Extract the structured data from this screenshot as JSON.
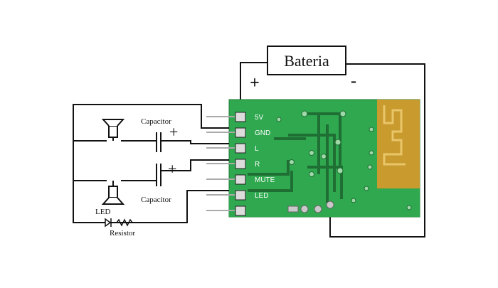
{
  "battery": {
    "label": "Bateria",
    "plus": "+",
    "minus": "-"
  },
  "capacitors": {
    "top": "Capacitor",
    "bottom": "Capacitor",
    "plus_top": "+",
    "plus_bottom": "+"
  },
  "led": {
    "label": "LED"
  },
  "resistor": {
    "label": "Resistor"
  },
  "module": {
    "pins": [
      "5V",
      "GND",
      "L",
      "R",
      "MUTE",
      "LED"
    ],
    "pcb_color": "#2fa84f",
    "antenna_color": "#c99a2e"
  },
  "wire_color": "#111111"
}
